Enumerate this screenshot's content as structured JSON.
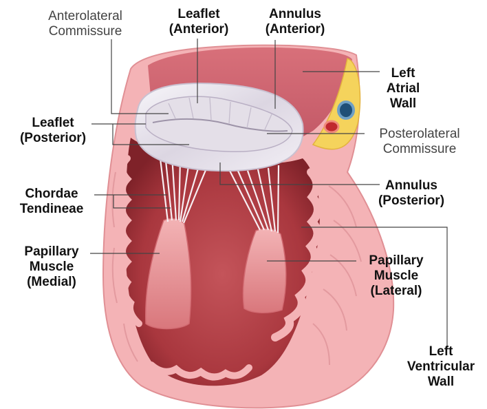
{
  "labels": {
    "anterolateral_commissure": [
      "Anterolateral",
      "Commissure"
    ],
    "leaflet_anterior": [
      "Leaflet",
      "(Anterior)"
    ],
    "annulus_anterior": [
      "Annulus",
      "(Anterior)"
    ],
    "left_atrial_wall": [
      "Left",
      "Atrial",
      "Wall"
    ],
    "leaflet_posterior": [
      "Leaflet",
      "(Posterior)"
    ],
    "posterolateral_commissure": [
      "Posterolateral",
      "Commissure"
    ],
    "chordae_tendineae": [
      "Chordae",
      "Tendineae"
    ],
    "annulus_posterior": [
      "Annulus",
      "(Posterior)"
    ],
    "papillary_muscle_medial": [
      "Papillary",
      "Muscle",
      "(Medial)"
    ],
    "papillary_muscle_lateral": [
      "Papillary",
      "Muscle",
      "(Lateral)"
    ],
    "left_ventricular_wall": [
      "Left",
      "Ventricular",
      "Wall"
    ]
  },
  "colors": {
    "wall_pink": "#f4b3b6",
    "wall_light": "#fbd4d4",
    "chamber_red": "#b8454a",
    "chamber_dark": "#8e2a31",
    "valve_white": "#eceaf0",
    "fat_yellow": "#f5d35c",
    "leader_line": "#444444"
  }
}
